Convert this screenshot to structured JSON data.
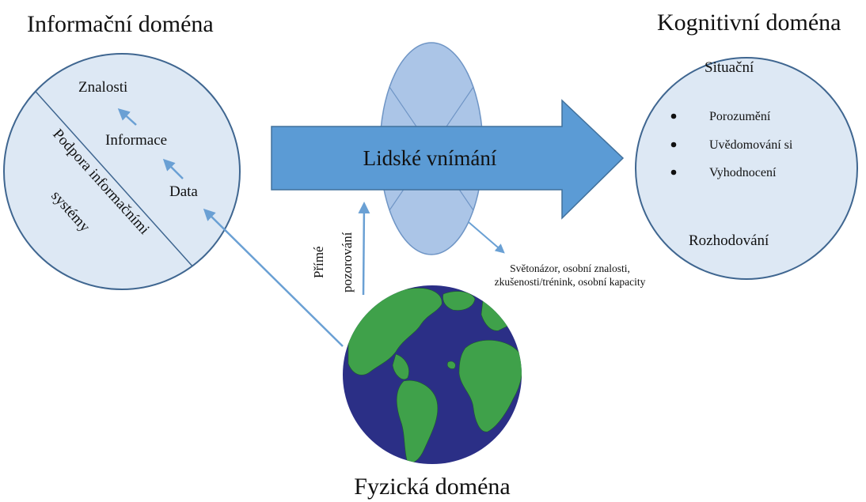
{
  "info_domain": {
    "title": "Informační doména",
    "levels": [
      "Znalosti",
      "Informace",
      "Data"
    ],
    "support_line1": "Podpora informačními",
    "support_line2": "systémy"
  },
  "cognitive_domain": {
    "title": "Kognitivní doména",
    "situational": "Situační",
    "bullets": [
      "Porozumění",
      "Uvědomování si",
      "Vyhodnocení"
    ],
    "decision": "Rozhodování"
  },
  "perception": {
    "label": "Lidské vnímání",
    "filter_note_line1": "Světonázor, osobní znalosti,",
    "filter_note_line2": "zkušenosti/trénink, osobní kapacity"
  },
  "observation": {
    "line1": "Přímé",
    "line2": "pozorování"
  },
  "physical_domain": {
    "title": "Fyzická doména"
  },
  "colors": {
    "circle_fill": "#dde8f4",
    "circle_stroke": "#3f6690",
    "big_arrow": "#5b9bd5",
    "lens": "#9cbbe3",
    "thin_arrow": "#6aa0d4",
    "ocean": "#2b2f86",
    "land": "#3fa14a"
  }
}
